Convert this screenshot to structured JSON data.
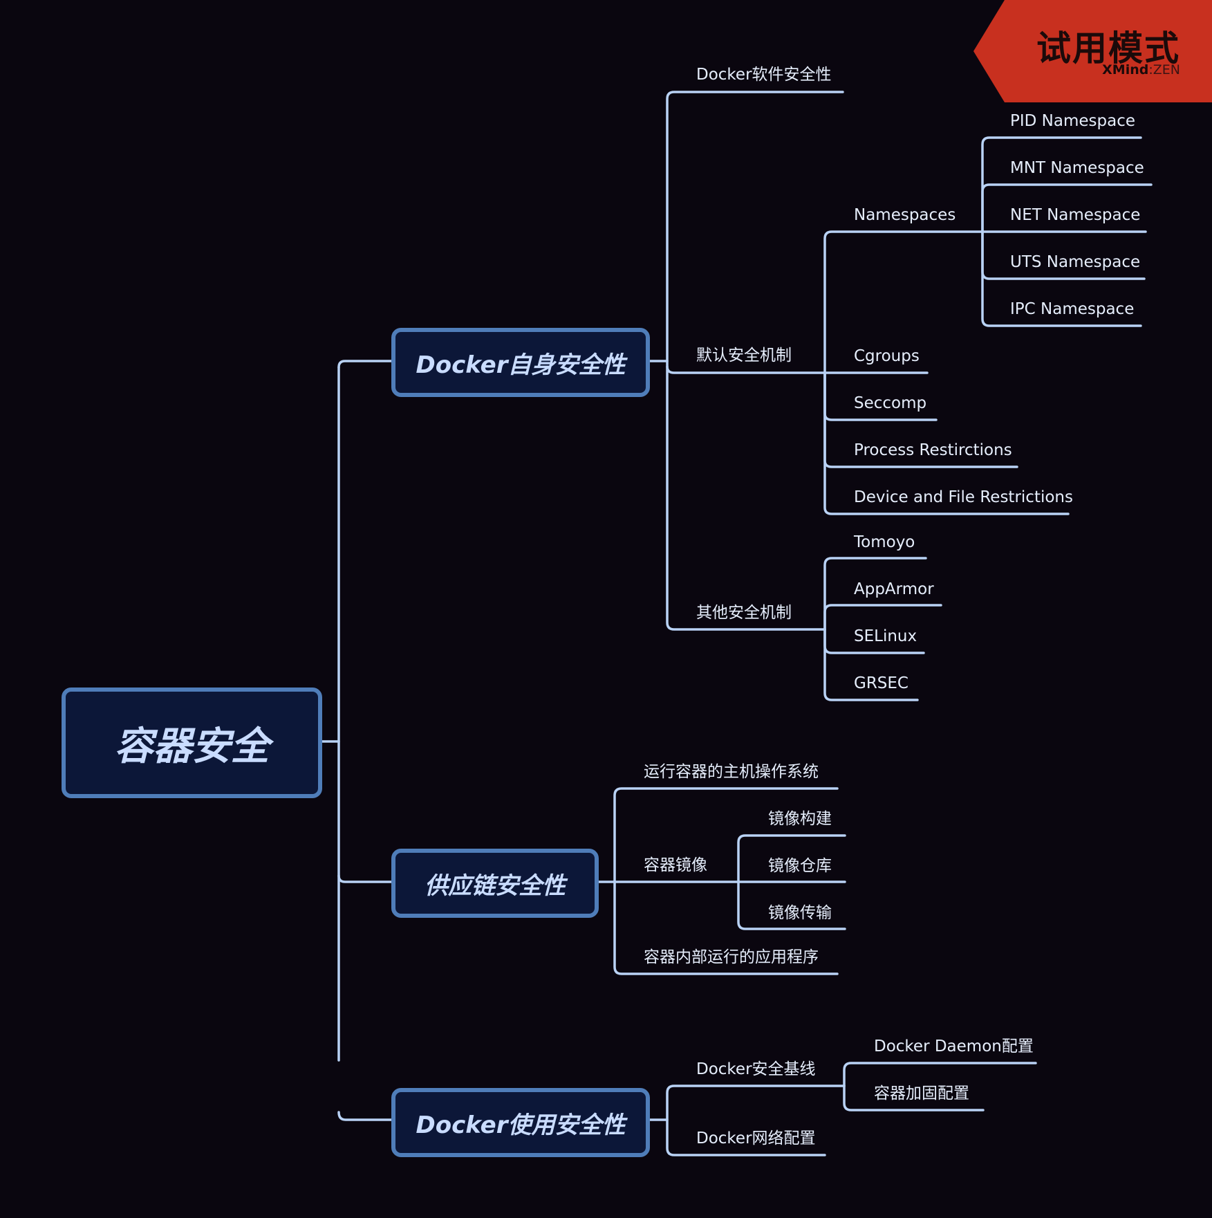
{
  "root": {
    "label": "容器安全"
  },
  "branches": [
    {
      "label": "Docker自身安全性"
    },
    {
      "label": "供应链安全性"
    },
    {
      "label": "Docker使用安全性"
    }
  ],
  "docker_self": {
    "software": "Docker软件安全性",
    "default_mechanisms": {
      "label": "默认安全机制",
      "namespaces": {
        "label": "Namespaces",
        "items": [
          "PID Namespace",
          "MNT Namespace",
          "NET Namespace",
          "UTS Namespace",
          "IPC Namespace"
        ]
      },
      "items": [
        "Cgroups",
        "Seccomp",
        "Process Restirctions",
        "Device and File Restrictions"
      ]
    },
    "other_mechanisms": {
      "label": "其他安全机制",
      "items": [
        "Tomoyo",
        "AppArmor",
        "SELinux",
        "GRSEC"
      ]
    }
  },
  "supply_chain": {
    "host_os": "运行容器的主机操作系统",
    "images": {
      "label": "容器镜像",
      "items": [
        "镜像构建",
        "镜像仓库",
        "镜像传输"
      ]
    },
    "apps": "容器内部运行的应用程序"
  },
  "docker_usage": {
    "baseline": {
      "label": "Docker安全基线",
      "items": [
        "Docker Daemon配置",
        "容器加固配置"
      ]
    },
    "network": "Docker网络配置"
  },
  "trial_badge": {
    "title": "试用模式",
    "brand_main": "XMind",
    "brand_sep": ":",
    "brand_sub": "ZEN"
  },
  "colors": {
    "background": "#0a060f",
    "line": "#b9d2f5",
    "node_fill": "#0c1738",
    "node_border": "#4f7db9",
    "badge": "#c8301f"
  }
}
